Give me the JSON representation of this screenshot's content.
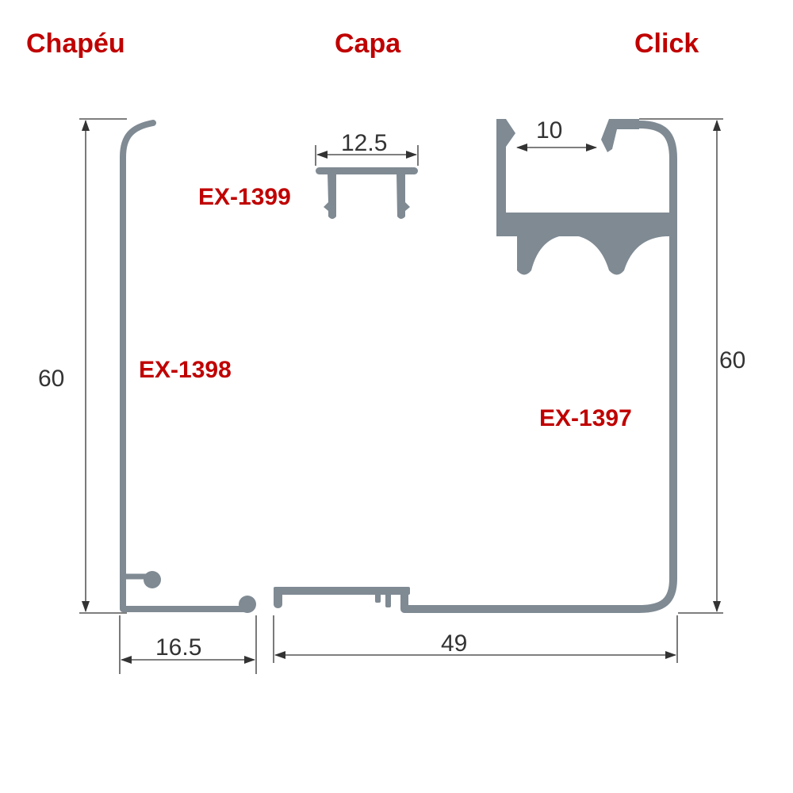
{
  "colors": {
    "accent": "#c00000",
    "profile": "#7f8a93",
    "dimension": "#333333"
  },
  "headers": {
    "left": "Chapéu",
    "middle": "Capa",
    "right": "Click"
  },
  "codes": {
    "chapeu": "EX-1398",
    "capa": "EX-1399",
    "click": "EX-1397"
  },
  "dimensions": {
    "chapeu_height": "60",
    "chapeu_width": "16.5",
    "capa_width": "12.5",
    "click_slot": "10",
    "click_height": "60",
    "click_width": "49"
  }
}
